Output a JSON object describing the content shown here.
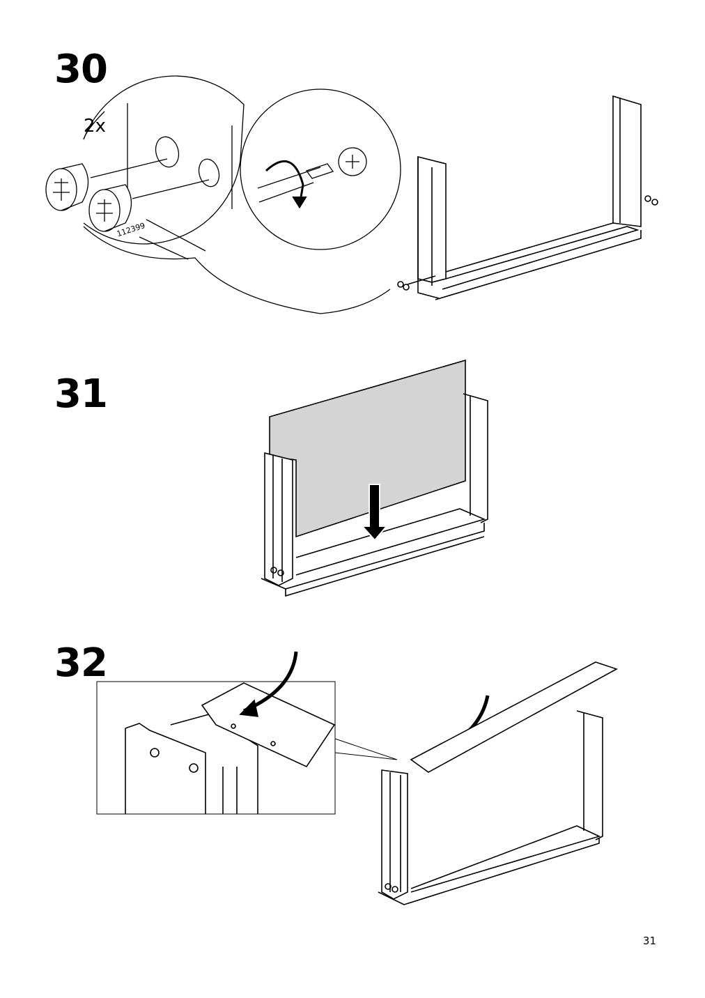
{
  "steps": [
    {
      "number": "30",
      "quantity": "2x",
      "part_number": "112399"
    },
    {
      "number": "31"
    },
    {
      "number": "32"
    }
  ],
  "page_number": "31",
  "colors": {
    "line": "#000000",
    "panel_fill": "#d4d4d4",
    "background": "#ffffff"
  }
}
